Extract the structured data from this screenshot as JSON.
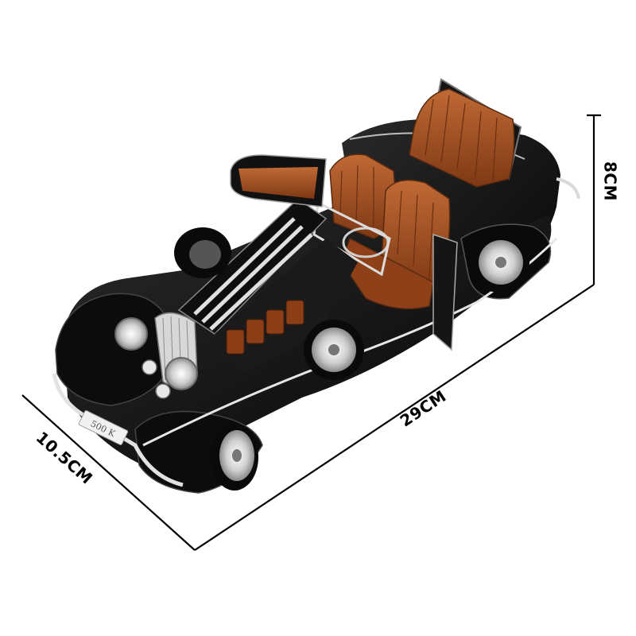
{
  "product": {
    "subject": "1:24 scale model of a black vintage convertible car with brown leather seats, open hood and open doors",
    "plate_text": "500 K"
  },
  "dimensions": {
    "length": "29CM",
    "width": "10.5CM",
    "height": "8CM"
  },
  "colors": {
    "body": "#111111",
    "leather": "#a24e22",
    "chrome": "#d9d9d9",
    "lines": "#000000"
  }
}
